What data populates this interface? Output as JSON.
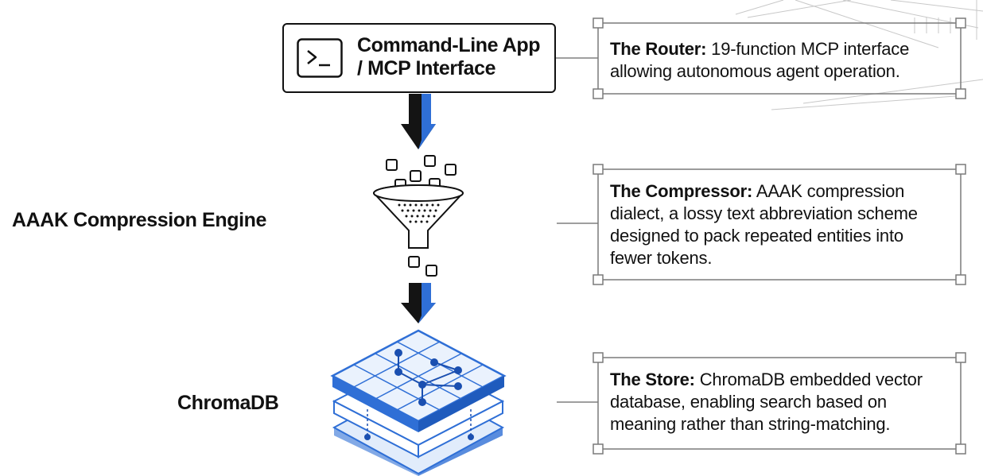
{
  "pipeline": {
    "cli": {
      "title_line1": "Command-Line App",
      "title_line2": "/ MCP Interface"
    },
    "compression_label": "AAAK Compression Engine",
    "store_label": "ChromaDB"
  },
  "callouts": [
    {
      "heading": "The Router:",
      "body": "19-function MCP interface allowing autonomous agent operation."
    },
    {
      "heading": "The Compressor:",
      "body": "AAAK compression dialect, a lossy text abbreviation scheme designed to pack repeated entities into fewer tokens."
    },
    {
      "heading": "The Store:",
      "body": "ChromaDB embedded vector database, enabling search based on meaning rather than string-matching."
    }
  ],
  "colors": {
    "accent_blue": "#2f6fd6",
    "arrow_dark": "#141414",
    "outline": "#111111",
    "callout_border": "#7a7a7a"
  },
  "icons": [
    "terminal-icon",
    "funnel-icon",
    "layered-database-icon",
    "down-arrow-icon"
  ]
}
